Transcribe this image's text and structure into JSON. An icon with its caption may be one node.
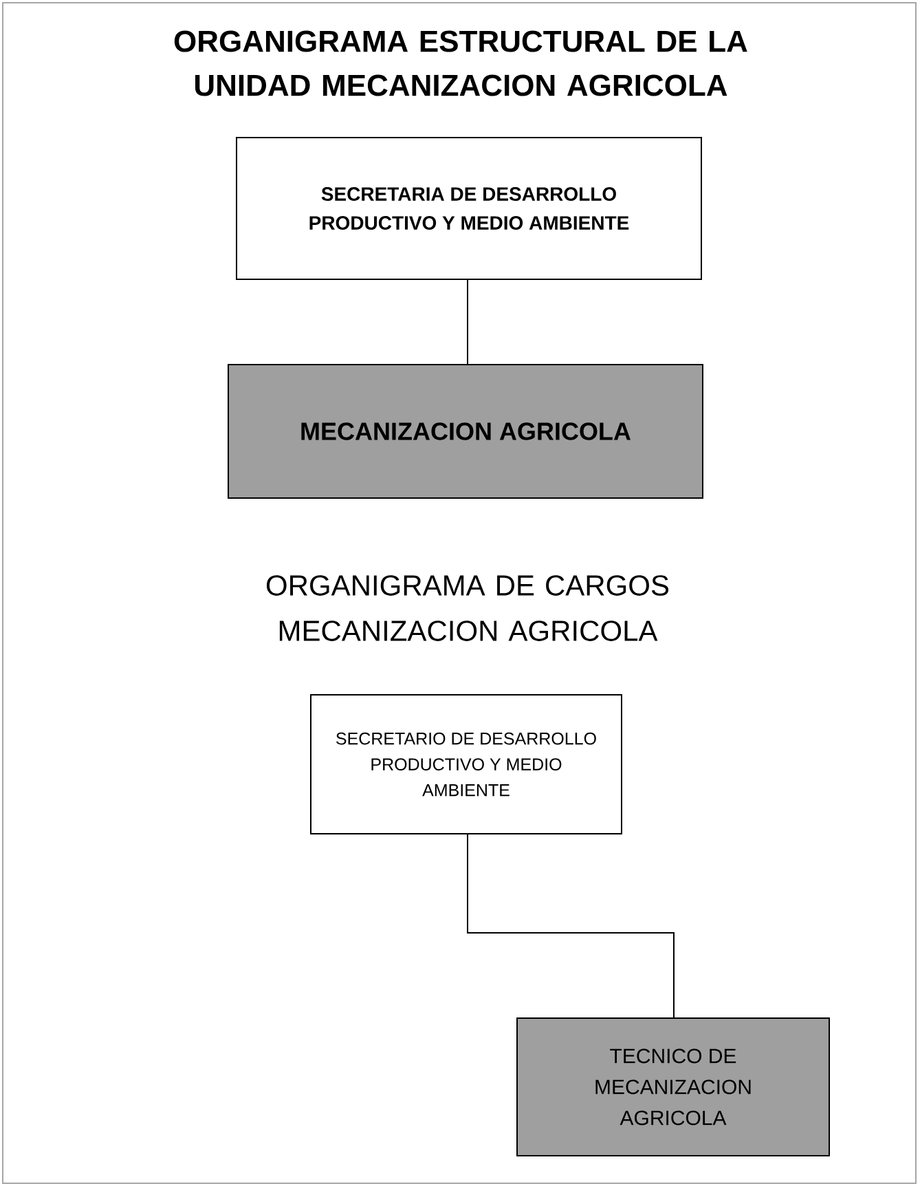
{
  "diagram": {
    "title": "ORGANIGRAMA ESTRUCTURAL DE LA UNIDAD MECANIZACION AGRICOLA",
    "nodes": [
      {
        "text": [
          "SECRETARIA DE DESARROLLO PRODUCTIVO Y MEDIO AMBIENTE"
        ]
      },
      {
        "text": [
          "MECANIZACION AGRICOLA"
        ]
      },
      {
        "text": [
          "SECRETARIO DE DESARROLLO PRODUCTIVO Y MEDIO AMBIENTE"
        ]
      },
      {
        "text": [
          "TECNICO DE MECANIZACION AGRICOLA"
        ]
      }
    ],
    "edges": [
      {
        "from": 0,
        "to": 1,
        "arrow": "none"
      },
      {
        "from": 2,
        "to": 3,
        "arrow": "none"
      }
    ],
    "labels": [
      "ORGANIGRAMA DE CARGOS MECANIZACION AGRICOLA"
    ]
  }
}
